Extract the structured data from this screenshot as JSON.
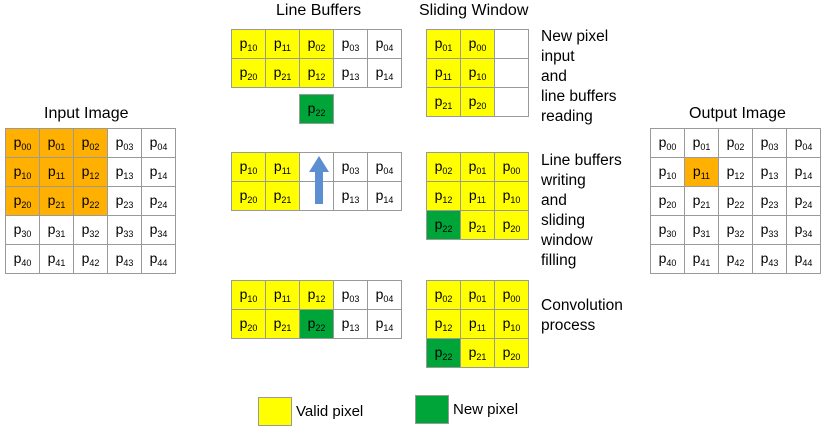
{
  "titles": {
    "line_buffers": "Line Buffers",
    "sliding_window": "Sliding Window",
    "input_image": "Input Image",
    "output_image": "Output Image"
  },
  "descriptions": {
    "step1": [
      "New pixel",
      "input",
      "and",
      "line buffers",
      "reading"
    ],
    "step2": [
      "Line buffers",
      "writing",
      "and",
      "sliding",
      "window",
      "filling"
    ],
    "step3": [
      "Convolution",
      "process"
    ]
  },
  "legend": {
    "valid": {
      "label": "Valid pixel",
      "color": "#ffff00"
    },
    "new": {
      "label": "New pixel",
      "color": "#00a539"
    }
  },
  "colors": {
    "valid": "#ffff00",
    "new": "#00a539",
    "input_highlight": "#ffb000",
    "border": "#9a9a9a",
    "arrow": "#5b8fd1"
  },
  "input_image": [
    [
      {
        "t": "00",
        "c": "o"
      },
      {
        "t": "01",
        "c": "o"
      },
      {
        "t": "02",
        "c": "o"
      },
      {
        "t": "03",
        "c": ""
      },
      {
        "t": "04",
        "c": ""
      }
    ],
    [
      {
        "t": "10",
        "c": "o"
      },
      {
        "t": "11",
        "c": "o"
      },
      {
        "t": "12",
        "c": "o"
      },
      {
        "t": "13",
        "c": ""
      },
      {
        "t": "14",
        "c": ""
      }
    ],
    [
      {
        "t": "20",
        "c": "o"
      },
      {
        "t": "21",
        "c": "o"
      },
      {
        "t": "22",
        "c": "o"
      },
      {
        "t": "23",
        "c": ""
      },
      {
        "t": "24",
        "c": ""
      }
    ],
    [
      {
        "t": "30",
        "c": ""
      },
      {
        "t": "31",
        "c": ""
      },
      {
        "t": "32",
        "c": ""
      },
      {
        "t": "33",
        "c": ""
      },
      {
        "t": "34",
        "c": ""
      }
    ],
    [
      {
        "t": "40",
        "c": ""
      },
      {
        "t": "41",
        "c": ""
      },
      {
        "t": "42",
        "c": ""
      },
      {
        "t": "43",
        "c": ""
      },
      {
        "t": "44",
        "c": ""
      }
    ]
  ],
  "output_image": [
    [
      {
        "t": "00",
        "c": ""
      },
      {
        "t": "01",
        "c": ""
      },
      {
        "t": "02",
        "c": ""
      },
      {
        "t": "03",
        "c": ""
      },
      {
        "t": "04",
        "c": ""
      }
    ],
    [
      {
        "t": "10",
        "c": ""
      },
      {
        "t": "11",
        "c": "o"
      },
      {
        "t": "12",
        "c": ""
      },
      {
        "t": "13",
        "c": ""
      },
      {
        "t": "14",
        "c": ""
      }
    ],
    [
      {
        "t": "20",
        "c": ""
      },
      {
        "t": "21",
        "c": ""
      },
      {
        "t": "22",
        "c": ""
      },
      {
        "t": "23",
        "c": ""
      },
      {
        "t": "24",
        "c": ""
      }
    ],
    [
      {
        "t": "30",
        "c": ""
      },
      {
        "t": "31",
        "c": ""
      },
      {
        "t": "32",
        "c": ""
      },
      {
        "t": "33",
        "c": ""
      },
      {
        "t": "34",
        "c": ""
      }
    ],
    [
      {
        "t": "40",
        "c": ""
      },
      {
        "t": "41",
        "c": ""
      },
      {
        "t": "42",
        "c": ""
      },
      {
        "t": "43",
        "c": ""
      },
      {
        "t": "44",
        "c": ""
      }
    ]
  ],
  "line_buffers_1": [
    [
      {
        "t": "10",
        "c": "y"
      },
      {
        "t": "11",
        "c": "y"
      },
      {
        "t": "02",
        "c": "y"
      },
      {
        "t": "03",
        "c": ""
      },
      {
        "t": "04",
        "c": ""
      }
    ],
    [
      {
        "t": "20",
        "c": "y"
      },
      {
        "t": "21",
        "c": "y"
      },
      {
        "t": "12",
        "c": "y"
      },
      {
        "t": "13",
        "c": ""
      },
      {
        "t": "14",
        "c": ""
      }
    ]
  ],
  "new_pixel_1": [
    [
      {
        "t": "22",
        "c": "g"
      }
    ]
  ],
  "line_buffers_2": [
    [
      {
        "t": "10",
        "c": "y"
      },
      {
        "t": "11",
        "c": "y"
      },
      {
        "t": "",
        "c": ""
      },
      {
        "t": "03",
        "c": ""
      },
      {
        "t": "04",
        "c": ""
      }
    ],
    [
      {
        "t": "20",
        "c": "y"
      },
      {
        "t": "21",
        "c": "y"
      },
      {
        "t": "",
        "c": ""
      },
      {
        "t": "13",
        "c": ""
      },
      {
        "t": "14",
        "c": ""
      }
    ]
  ],
  "line_buffers_3": [
    [
      {
        "t": "10",
        "c": "y"
      },
      {
        "t": "11",
        "c": "y"
      },
      {
        "t": "12",
        "c": "y"
      },
      {
        "t": "03",
        "c": ""
      },
      {
        "t": "04",
        "c": ""
      }
    ],
    [
      {
        "t": "20",
        "c": "y"
      },
      {
        "t": "21",
        "c": "y"
      },
      {
        "t": "22",
        "c": "g"
      },
      {
        "t": "13",
        "c": ""
      },
      {
        "t": "14",
        "c": ""
      }
    ]
  ],
  "sliding_window_1": [
    [
      {
        "t": "01",
        "c": "y"
      },
      {
        "t": "00",
        "c": "y"
      },
      {
        "t": "",
        "c": ""
      }
    ],
    [
      {
        "t": "11",
        "c": "y"
      },
      {
        "t": "10",
        "c": "y"
      },
      {
        "t": "",
        "c": ""
      }
    ],
    [
      {
        "t": "21",
        "c": "y"
      },
      {
        "t": "20",
        "c": "y"
      },
      {
        "t": "",
        "c": ""
      }
    ]
  ],
  "sliding_window_2": [
    [
      {
        "t": "02",
        "c": "y"
      },
      {
        "t": "01",
        "c": "y"
      },
      {
        "t": "00",
        "c": "y"
      }
    ],
    [
      {
        "t": "12",
        "c": "y"
      },
      {
        "t": "11",
        "c": "y"
      },
      {
        "t": "10",
        "c": "y"
      }
    ],
    [
      {
        "t": "22",
        "c": "g"
      },
      {
        "t": "21",
        "c": "y"
      },
      {
        "t": "20",
        "c": "y"
      }
    ]
  ],
  "sliding_window_3": [
    [
      {
        "t": "02",
        "c": "y"
      },
      {
        "t": "01",
        "c": "y"
      },
      {
        "t": "00",
        "c": "y"
      }
    ],
    [
      {
        "t": "12",
        "c": "y"
      },
      {
        "t": "11",
        "c": "y"
      },
      {
        "t": "10",
        "c": "y"
      }
    ],
    [
      {
        "t": "22",
        "c": "g"
      },
      {
        "t": "21",
        "c": "y"
      },
      {
        "t": "20",
        "c": "y"
      }
    ]
  ]
}
